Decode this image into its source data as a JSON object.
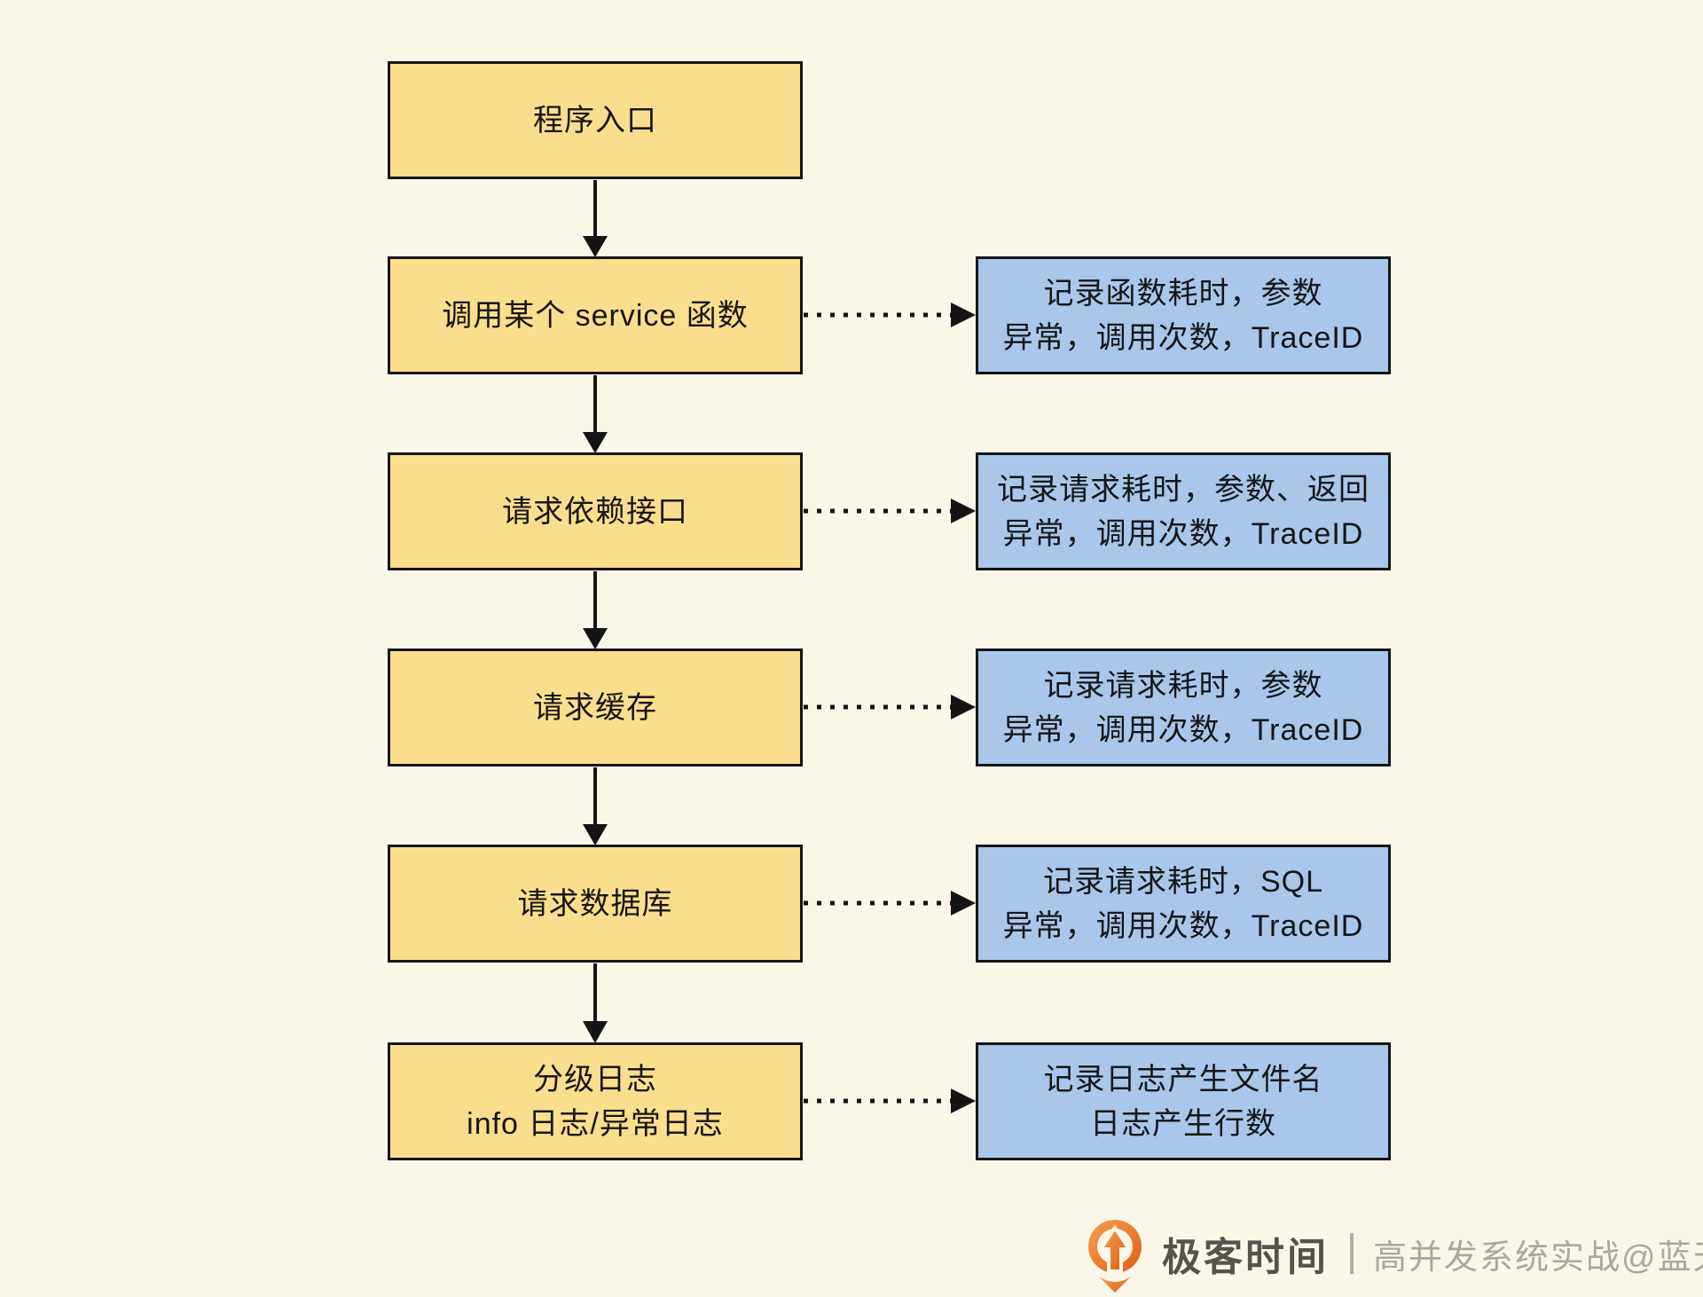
{
  "page": {
    "background_color": "#FAF7E9"
  },
  "flow": {
    "step_fill_color": "#FBDE8D",
    "metric_fill_color": "#A9C7EB",
    "border_color": "#151515",
    "steps": [
      {
        "label": "程序入口"
      },
      {
        "label": "调用某个 service 函数"
      },
      {
        "label": "请求依赖接口"
      },
      {
        "label": "请求缓存"
      },
      {
        "label": "请求数据库"
      },
      {
        "label": "分级日志",
        "label2": "info 日志/异常日志"
      }
    ],
    "metrics": [
      {
        "line1": "记录函数耗时，参数",
        "line2": "异常，调用次数，TraceID"
      },
      {
        "line1": "记录请求耗时，参数、返回",
        "line2": "异常，调用次数，TraceID"
      },
      {
        "line1": "记录请求耗时，参数",
        "line2": "异常，调用次数，TraceID"
      },
      {
        "line1": "记录请求耗时，SQL",
        "line2": "异常，调用次数，TraceID"
      },
      {
        "line1": "记录日志产生文件名",
        "line2": "日志产生行数"
      }
    ]
  },
  "footer": {
    "brand": "极客时间",
    "credit": "高并发系统实战@蓝天",
    "brand_color": "#57524C",
    "credit_color": "#ABA79E",
    "logo_orange_light": "#F5A053",
    "logo_orange_dark": "#DF5D13"
  }
}
